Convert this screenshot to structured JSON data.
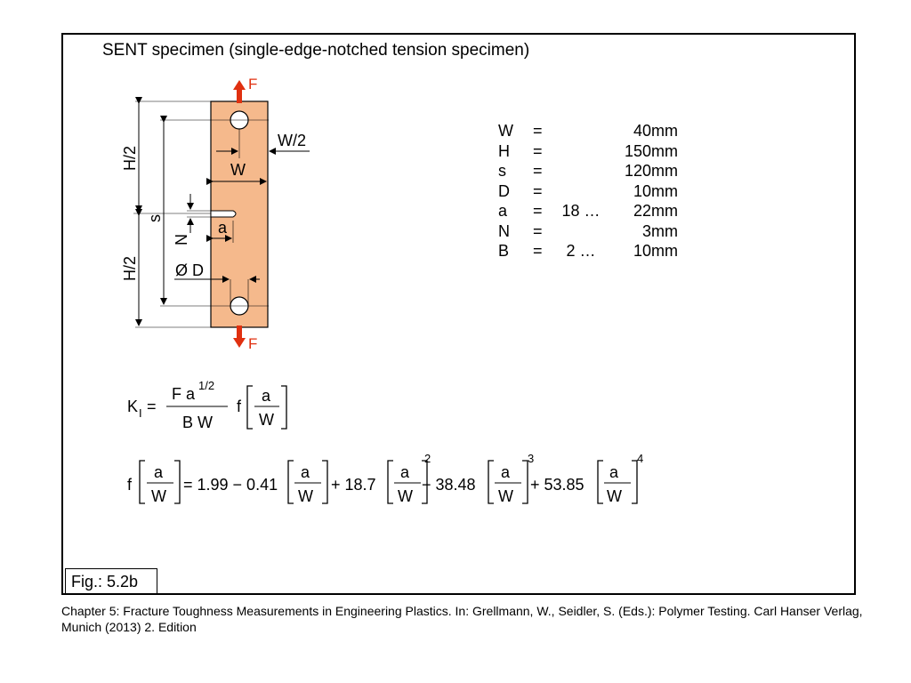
{
  "title": "SENT specimen (single-edge-notched tension specimen)",
  "diagram": {
    "force_label": "F",
    "half_height_label": "H/2",
    "s_label": "s",
    "width_label": "W",
    "half_width_label": "W/2",
    "notch_label": "N",
    "crack_label": "a",
    "diameter_label": "Ø D",
    "colors": {
      "specimen": "#f5b98c",
      "force_arrow": "#e03010",
      "force_text": "#e03010"
    }
  },
  "params": [
    {
      "sym": "W",
      "eq": "=",
      "range": "",
      "val": "40",
      "unit": "mm"
    },
    {
      "sym": "H",
      "eq": "=",
      "range": "",
      "val": "150",
      "unit": "mm"
    },
    {
      "sym": "s",
      "eq": "=",
      "range": "",
      "val": "120",
      "unit": "mm"
    },
    {
      "sym": "D",
      "eq": "=",
      "range": "",
      "val": "10",
      "unit": "mm"
    },
    {
      "sym": "a",
      "eq": "=",
      "range": "18 …",
      "val": "22",
      "unit": "mm"
    },
    {
      "sym": "N",
      "eq": "=",
      "range": "",
      "val": "3",
      "unit": "mm"
    },
    {
      "sym": "B",
      "eq": "=",
      "range": "2 …",
      "val": "10",
      "unit": "mm"
    }
  ],
  "eq1": {
    "lhs": "K",
    "lhs_sub": "I",
    "equals": "=",
    "numerator": "F a",
    "numerator_sup": "1/2",
    "denominator": "B W",
    "func": "f",
    "frac_num": "a",
    "frac_den": "W"
  },
  "eq2": {
    "func": "f",
    "frac_num": "a",
    "frac_den": "W",
    "t0": "= 1.99 − 0.41",
    "t1": "+ 18.7",
    "t2": "− 38.48",
    "t3": "+ 53.85",
    "exp2": "2",
    "exp3": "3",
    "exp4": "4"
  },
  "fig_label": "Fig.: 5.2b",
  "caption": "Chapter 5: Fracture Toughness Measurements in Engineering Plastics. In: Grellmann, W., Seidler, S. (Eds.): Polymer Testing. Carl Hanser Verlag, Munich (2013) 2. Edition"
}
